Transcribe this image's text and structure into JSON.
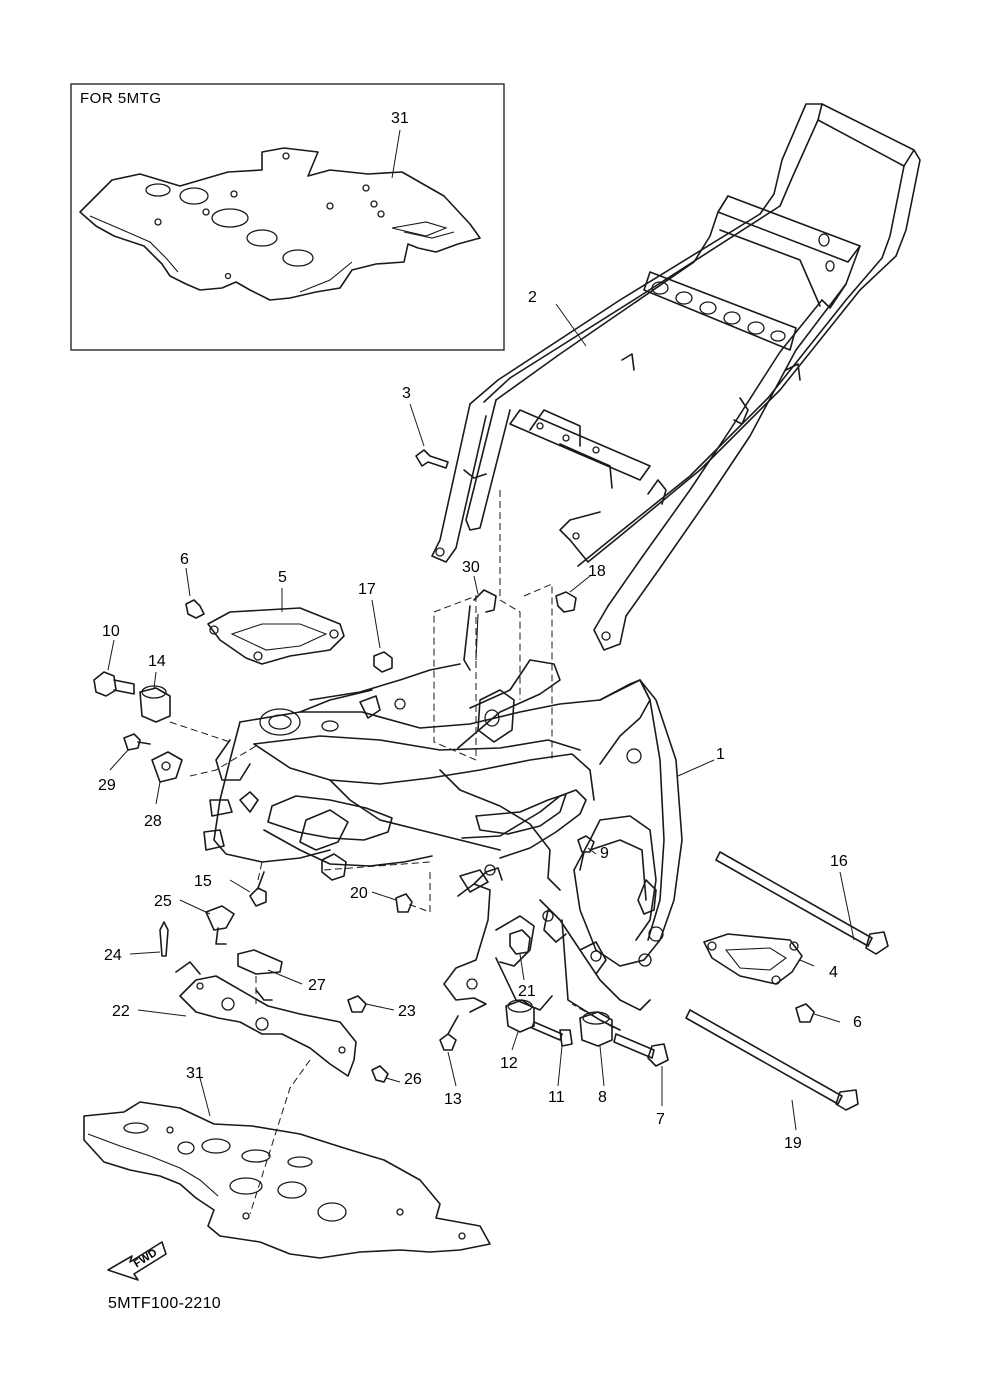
{
  "inset": {
    "title": "FOR 5MTG",
    "part_label": "31"
  },
  "callouts": [
    "1",
    "2",
    "3",
    "4",
    "5",
    "6",
    "6",
    "7",
    "8",
    "9",
    "10",
    "11",
    "12",
    "13",
    "14",
    "15",
    "16",
    "17",
    "18",
    "19",
    "20",
    "21",
    "22",
    "23",
    "24",
    "25",
    "26",
    "27",
    "28",
    "29",
    "30",
    "31"
  ],
  "fwd_label": "FWD",
  "diagram_code": "5MTF100-2210"
}
